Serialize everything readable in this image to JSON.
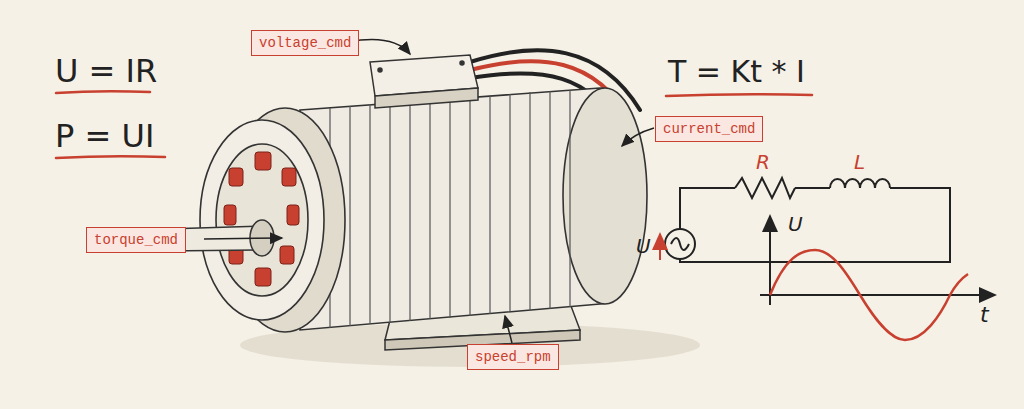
{
  "diagram": {
    "nodes": [
      {
        "text": [
          "voltage_cmd"
        ]
      },
      {
        "text": [
          "current_cmd"
        ]
      },
      {
        "text": [
          "torque_cmd"
        ]
      },
      {
        "text": [
          "speed_rpm"
        ]
      }
    ],
    "labels": [
      "U = IR",
      "P = UI",
      "T = Kt * I",
      "R",
      "L",
      "U",
      "U",
      "t"
    ]
  }
}
